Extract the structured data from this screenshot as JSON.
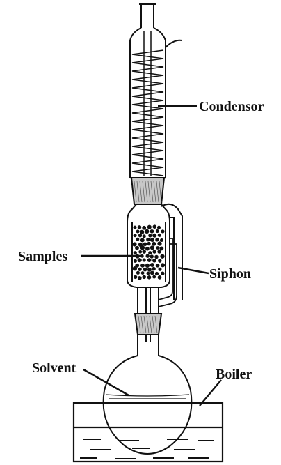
{
  "labels": {
    "condensor": "Condensor",
    "samples": "Samples",
    "siphon": "Siphon",
    "solvent": "Solvent",
    "boiler": "Boiler"
  },
  "colors": {
    "ink": "#111111",
    "paper": "#ffffff"
  }
}
